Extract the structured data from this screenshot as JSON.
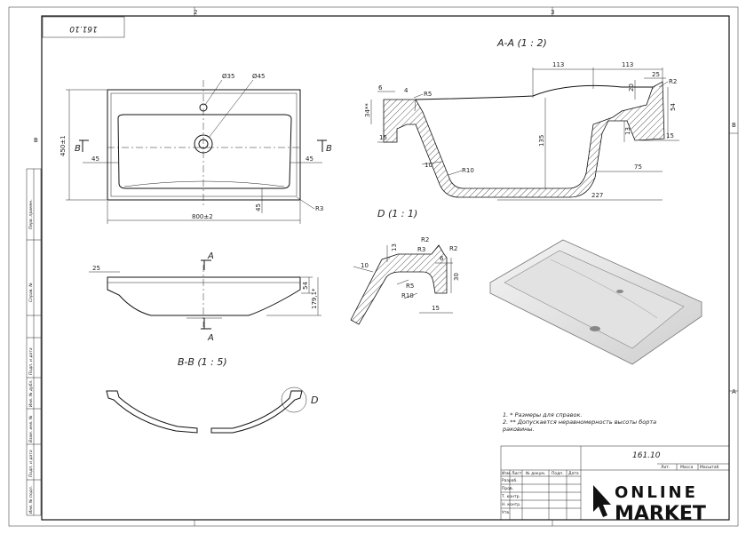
{
  "drawing": {
    "code": "161.10",
    "code_rotated": "161.10",
    "zone_marks": {
      "top": [
        "2",
        "3"
      ],
      "right": [
        "B",
        "A"
      ],
      "left": [
        "B"
      ]
    }
  },
  "top_view": {
    "dims": {
      "hole1": "Ø35",
      "hole2": "Ø45",
      "height": "450±1",
      "width": "800±2",
      "left45": "45",
      "right45": "45",
      "bottom45": "45",
      "r3": "R3"
    },
    "section_marks": {
      "left": "B",
      "right": "B"
    }
  },
  "front_view": {
    "dims": {
      "d25": "25",
      "d54": "54",
      "d179": "179,1*"
    },
    "section_marks": {
      "top": "A",
      "bottom": "A"
    }
  },
  "section_aa": {
    "title": "A-A (1 : 2)",
    "dims": {
      "d113a": "113",
      "d113b": "113",
      "d25": "25",
      "d20": "20",
      "r2": "R2",
      "d6": "6",
      "d4": "4",
      "r5": "R5",
      "d34": "34**",
      "d15a": "15",
      "d135": "135",
      "d13": "13",
      "d54": "54",
      "d15b": "15",
      "d75": "75",
      "d10": "10",
      "r10": "R10",
      "d227": "227"
    }
  },
  "detail_d": {
    "title": "D (1 : 1)",
    "dims": {
      "r2a": "R2",
      "r3": "R3",
      "r2b": "R2",
      "d6": "6",
      "d13": "13",
      "d10": "10",
      "r5": "R5",
      "r10": "R10",
      "d30": "30",
      "d15": "15"
    }
  },
  "section_bb": {
    "title": "B-B (1 : 5)",
    "detail_mark": "D"
  },
  "notes": [
    "1.   * Размеры для справок.",
    "2.   ** Допускается неравномерность высоты борта",
    "      раковины."
  ],
  "title_block": {
    "code": "161.10",
    "headers": [
      "Лит.",
      "Масса",
      "Масштаб"
    ],
    "row_headers": [
      "Изм.",
      "Лист",
      "№ докум.",
      "Подп.",
      "Дата"
    ],
    "rows": [
      "Разраб.",
      "Пров.",
      "Т. контр.",
      "Н. контр.",
      "Утв."
    ]
  },
  "side_stamp": {
    "cells": [
      "Перв. примен.",
      "Справ. №",
      "Подп. и дата",
      "Инв. № дубл.",
      "Взам. инв. №",
      "Подп. и дата",
      "Инв. № подл."
    ]
  },
  "watermark": {
    "line1": "ONLINE",
    "line2": "MARKET"
  }
}
